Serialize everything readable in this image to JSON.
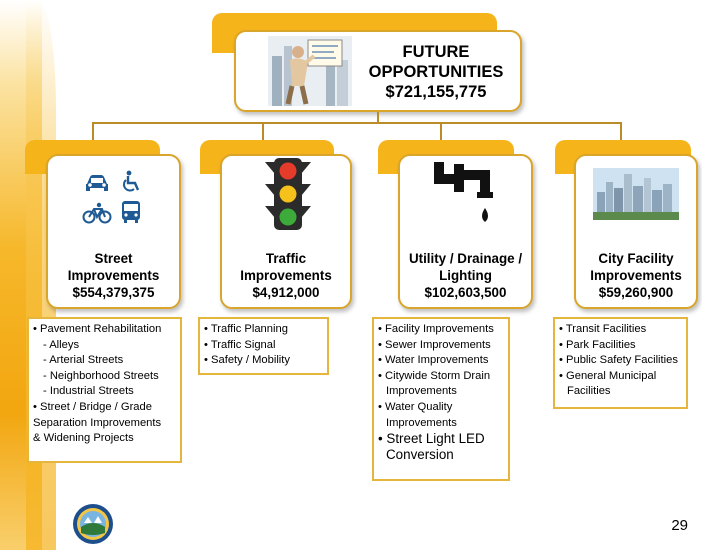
{
  "header": {
    "title_line1": "FUTURE",
    "title_line2": "OPPORTUNITIES",
    "total": "$721,155,775"
  },
  "categories": [
    {
      "title_line1": "Street",
      "title_line2": "Improvements",
      "amount": "$554,379,375",
      "icons": [
        "car-icon",
        "wheelchair-icon",
        "bicycle-icon",
        "bus-icon"
      ],
      "items": [
        {
          "text": "• Pavement Rehabilitation",
          "level": 0
        },
        {
          "text": "-  Alleys",
          "level": 1
        },
        {
          "text": "-  Arterial Streets",
          "level": 1
        },
        {
          "text": "-  Neighborhood Streets",
          "level": 1
        },
        {
          "text": "-  Industrial Streets",
          "level": 1
        },
        {
          "text": "• Street / Bridge / Grade",
          "level": 0
        },
        {
          "text": "Separation Improvements",
          "level": 2
        },
        {
          "text": "& Widening Projects",
          "level": 2
        }
      ]
    },
    {
      "title_line1": "Traffic",
      "title_line2": "Improvements",
      "amount": "$4,912,000",
      "icons": [
        "traffic-light-icon"
      ],
      "items": [
        {
          "text": "• Traffic Planning",
          "level": 0
        },
        {
          "text": "• Traffic Signal",
          "level": 0
        },
        {
          "text": "• Safety / Mobility",
          "level": 0
        }
      ]
    },
    {
      "title_line1": "Utility / Drainage /",
      "title_line2": "Lighting",
      "amount": "$102,603,500",
      "icons": [
        "pipe-drip-icon"
      ],
      "items": [
        {
          "text": "• Facility Improvements",
          "level": 0
        },
        {
          "text": "• Sewer Improvements",
          "level": 0
        },
        {
          "text": "• Water Improvements",
          "level": 0
        },
        {
          "text": "• Citywide Storm Drain",
          "level": 0
        },
        {
          "text": "Improvements",
          "level": 2
        },
        {
          "text": "• Water Quality",
          "level": 0
        },
        {
          "text": "Improvements",
          "level": 2
        },
        {
          "text": "• Street Light LED",
          "level": 3
        },
        {
          "text": "Conversion",
          "level": 4
        }
      ]
    },
    {
      "title_line1": "City Facility",
      "title_line2": "Improvements",
      "amount": "$59,260,900",
      "icons": [
        "city-skyline-icon"
      ],
      "items": [
        {
          "text": "• Transit Facilities",
          "level": 0
        },
        {
          "text": "• Park Facilities",
          "level": 0
        },
        {
          "text": "• Public Safety Facilities",
          "level": 0
        },
        {
          "text": "• General Municipal",
          "level": 0
        },
        {
          "text": "Facilities",
          "level": 2
        }
      ]
    }
  ],
  "page_number": "29",
  "colors": {
    "accent": "#f6b41b",
    "border": "#d9a52a",
    "connector": "#b98c28"
  }
}
